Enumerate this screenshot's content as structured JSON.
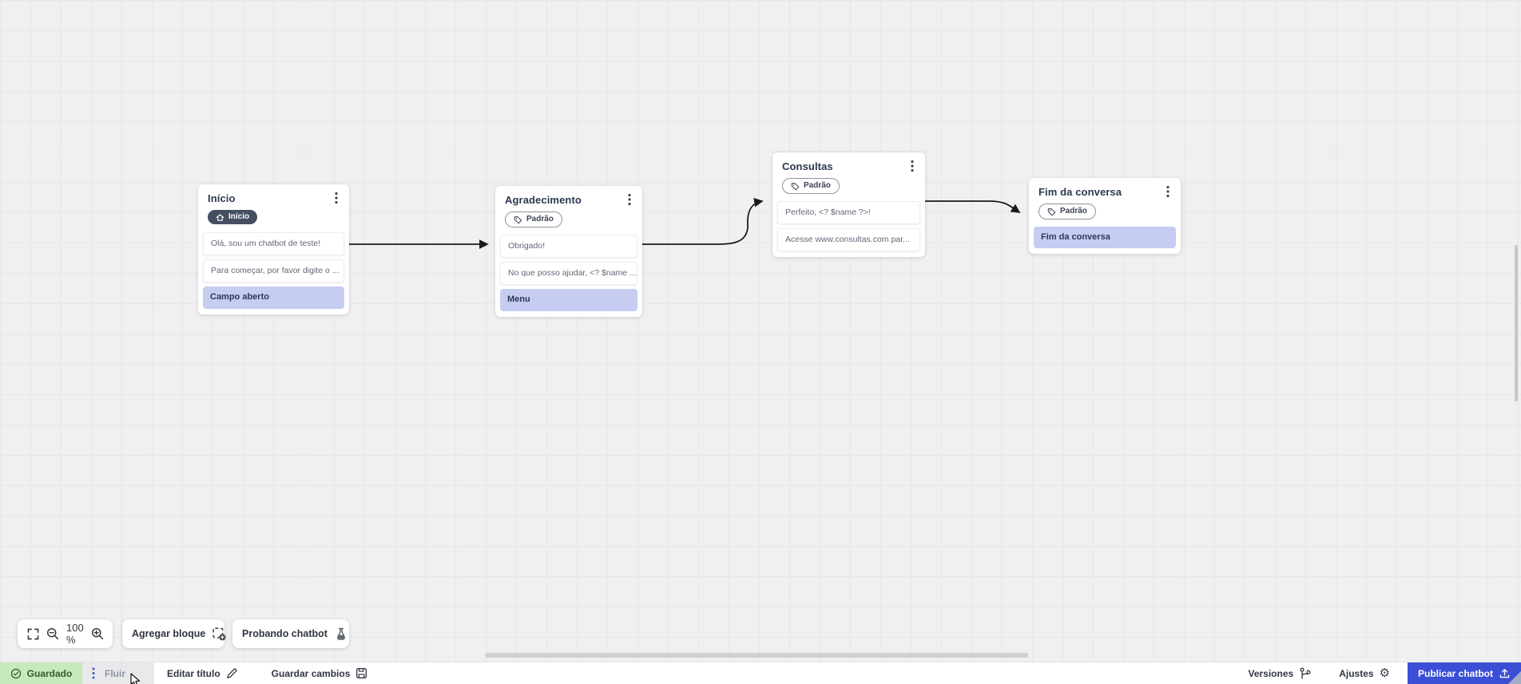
{
  "canvas": {
    "nodes": [
      {
        "title": "Início",
        "badge": {
          "label": "Início",
          "style": "dark",
          "icon": "home"
        },
        "rows": [
          {
            "type": "message",
            "text": "Olá, sou um chatbot de teste!"
          },
          {
            "type": "message",
            "text": "Para começar, por favor digite o ..."
          },
          {
            "type": "action",
            "text": "Campo aberto"
          }
        ]
      },
      {
        "title": "Agradecimento",
        "badge": {
          "label": "Padrão",
          "style": "outline",
          "icon": "tag"
        },
        "rows": [
          {
            "type": "message",
            "text": "Obrigado!"
          },
          {
            "type": "message",
            "text": "No que posso ajudar, <? $name ..."
          },
          {
            "type": "action",
            "text": "Menu"
          }
        ]
      },
      {
        "title": "Consultas",
        "badge": {
          "label": "Padrão",
          "style": "outline",
          "icon": "tag"
        },
        "rows": [
          {
            "type": "message",
            "text": "Perfeito, <? $name ?>!"
          },
          {
            "type": "message",
            "text": "Acesse www.consultas.com par..."
          }
        ]
      },
      {
        "title": "Fim da conversa",
        "badge": {
          "label": "Padrão",
          "style": "outline",
          "icon": "tag"
        },
        "rows": [
          {
            "type": "action",
            "text": "Fim da conversa"
          }
        ]
      }
    ],
    "connections": [
      {
        "from": "Início",
        "to": "Agradecimento"
      },
      {
        "from": "Agradecimento",
        "to": "Consultas"
      },
      {
        "from": "Consultas",
        "to": "Fim da conversa"
      }
    ]
  },
  "toolbar": {
    "zoom_level": "100 %",
    "add_block_label": "Agregar bloque",
    "test_chatbot_label": "Probando chatbot"
  },
  "statusbar": {
    "saved_label": "Guardado",
    "flow_tab_label": "Fluir",
    "edit_title_label": "Editar título",
    "save_changes_label": "Guardar cambios",
    "versions_label": "Versiones",
    "settings_label": "Ajustes",
    "publish_label": "Publicar chatbot"
  },
  "colors": {
    "accent_blue": "#3a4ed6",
    "saved_green_bg": "#c7eabc",
    "saved_green_text": "#2f5a33",
    "action_row_bg": "#c6ccf2",
    "dark_badge_bg": "#464e61",
    "wire_color": "#1b1b1b"
  }
}
